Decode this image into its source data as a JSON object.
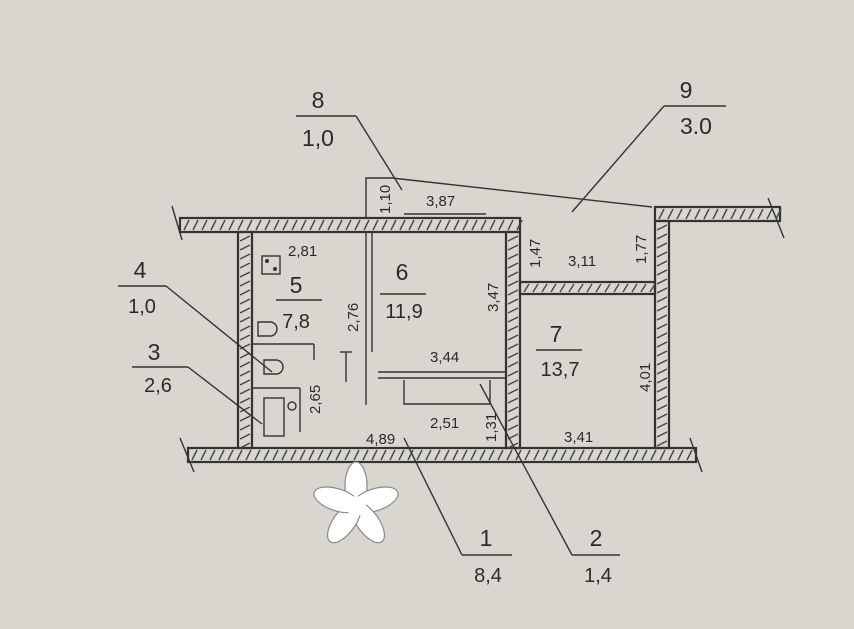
{
  "colors": {
    "paper": "#d8d6ce",
    "ink": "#2a2a2e",
    "watermark": "#ffffff"
  },
  "rooms": [
    {
      "number": "1",
      "area": "8,4"
    },
    {
      "number": "2",
      "area": "1,4"
    },
    {
      "number": "3",
      "area": "2,6"
    },
    {
      "number": "4",
      "area": "1,0"
    },
    {
      "number": "5",
      "area": "7,8"
    },
    {
      "number": "6",
      "area": "11,9"
    },
    {
      "number": "7",
      "area": "13,7"
    },
    {
      "number": "8",
      "area": "1,0"
    },
    {
      "number": "9",
      "area": "3.0"
    }
  ],
  "dimensions": {
    "d_110": "1,10",
    "d_387": "3,87",
    "d_147": "1,47",
    "d_311": "3,11",
    "d_177": "1,77",
    "d_281": "2,81",
    "d_347": "3,47",
    "d_276": "2,76",
    "d_344": "3,44",
    "d_401": "4,01",
    "d_265": "2,65",
    "d_251": "2,51",
    "d_131": "1,31",
    "d_341": "3,41",
    "d_489": "4,89"
  },
  "watermark_icon": "asterisk-logo"
}
